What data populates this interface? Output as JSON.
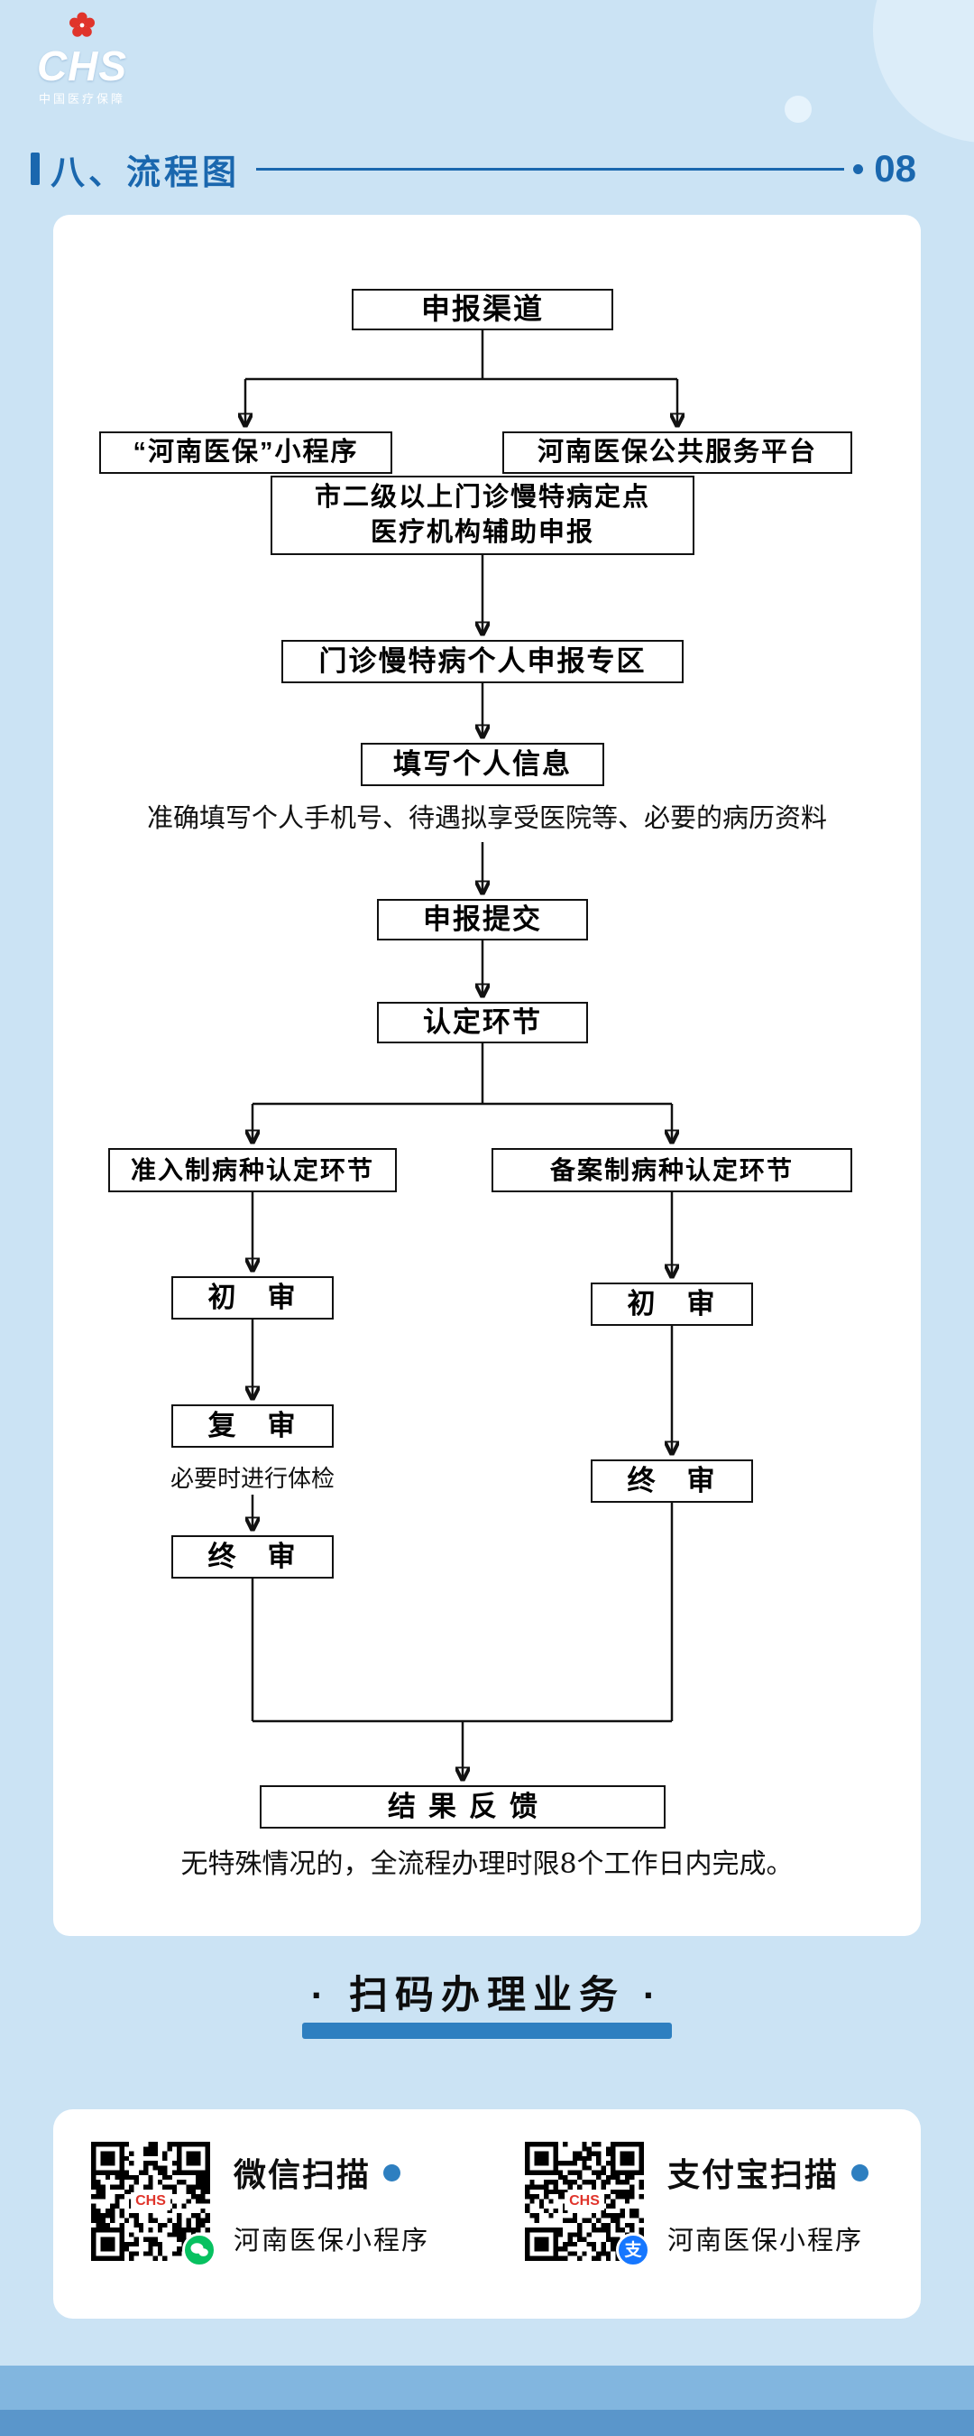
{
  "brand": {
    "name": "CHS",
    "subtitle": "中国医疗保障",
    "flower_color": "#e0342b"
  },
  "header": {
    "section_title": "八、流程图",
    "page_number": "08",
    "accent": "#1a67ae"
  },
  "flow": {
    "channel": "申报渠道",
    "mini_program": "“河南医保”小程序",
    "platform": "河南医保公共服务平台",
    "assist_line1": "市二级以上门诊慢特病定点",
    "assist_line2": "医疗机构辅助申报",
    "personal_zone": "门诊慢特病个人申报专区",
    "fill_info": "填写个人信息",
    "fill_hint": "准确填写个人手机号、待遇拟享受医院等、必要的病历资料",
    "submit": "申报提交",
    "review": "认定环节",
    "admission_branch": "准入制病种认定环节",
    "record_branch": "备案制病种认定环节",
    "first_review_left": "初　审",
    "second_review_left": "复　审",
    "physical_hint": "必要时进行体检",
    "final_review_left": "终　审",
    "first_review_right": "初　审",
    "final_review_right": "终　审",
    "result": "结果反馈",
    "note": "无特殊情况的，全流程办理时限8个工作日内完成。"
  },
  "scan": {
    "title": "· 扫码办理业务 ·",
    "bar_color": "#2e7fc0",
    "dot_color": "#2e7fc0",
    "items": [
      {
        "scan_label": "微信扫描",
        "app_label": "河南医保小程序",
        "badge": "#07c160",
        "qr_logo": "CHS"
      },
      {
        "scan_label": "支付宝扫描",
        "app_label": "河南医保小程序",
        "badge": "#1677ff",
        "qr_logo": "CHS"
      }
    ]
  }
}
